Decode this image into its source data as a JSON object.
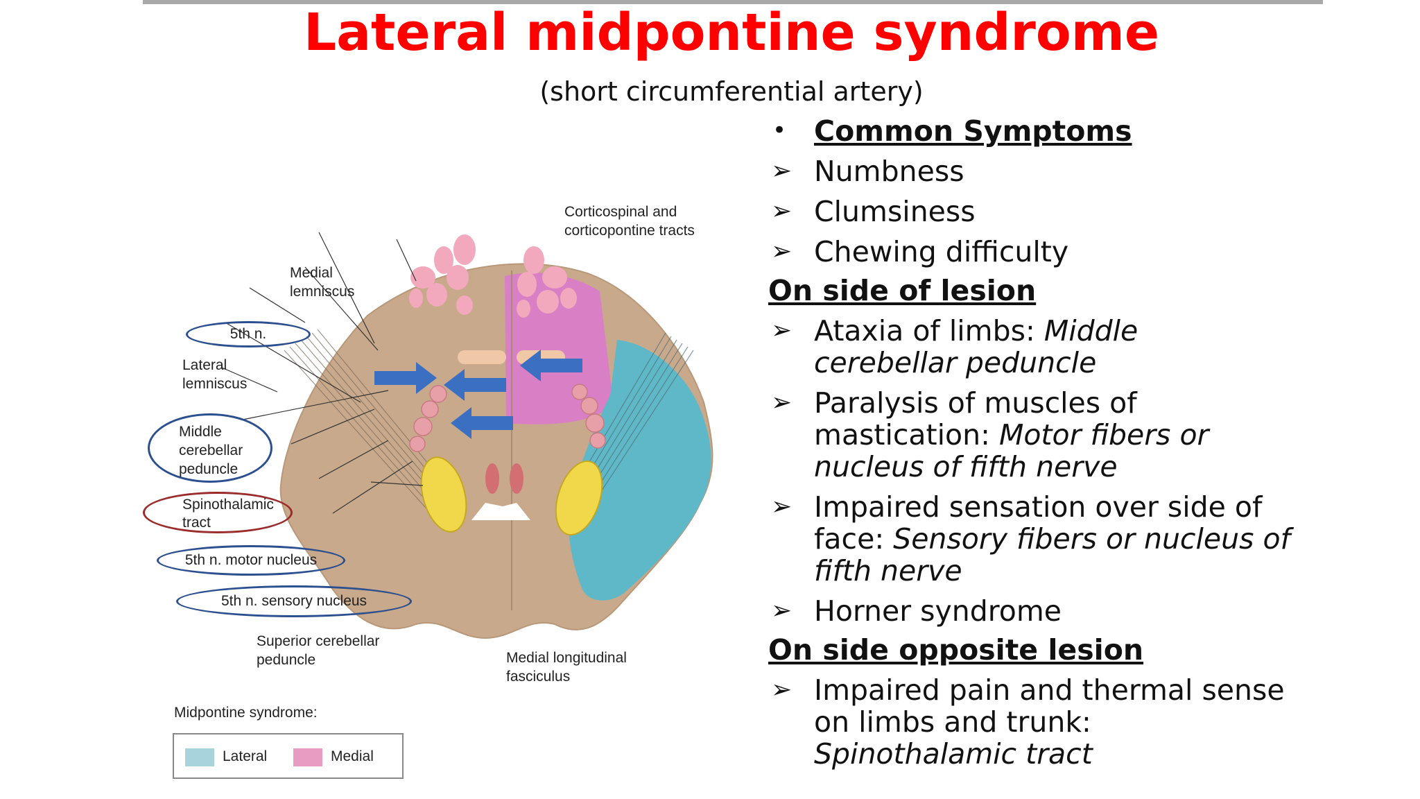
{
  "slide": {
    "title": "Lateral midpontine syndrome",
    "subtitle": "(short circumferential artery)"
  },
  "colors": {
    "title": "#ff0000",
    "lateral_zone": "#5fb8c8",
    "medial_zone": "#d97fc5",
    "arrow": "#3a6fc2",
    "circle_blue": "#2c4f8f",
    "circle_red": "#9b2c2c"
  },
  "figure": {
    "labels": {
      "corticospinal": [
        "Corticospinal and",
        "corticopontine tracts"
      ],
      "medial_lemniscus": [
        "Medial",
        "lemniscus"
      ],
      "fifth_n": "5th n.",
      "lateral_lemniscus": [
        "Lateral",
        "lemniscus"
      ],
      "middle_cerebellar": [
        "Middle",
        "cerebellar",
        "peduncle"
      ],
      "spinothalamic": [
        "Spinothalamic",
        "tract"
      ],
      "motor_nucleus": "5th n. motor nucleus",
      "sensory_nucleus": "5th n. sensory nucleus",
      "superior_cerebellar": [
        "Superior cerebellar",
        "peduncle"
      ],
      "mlf": [
        "Medial longitudinal",
        "fasciculus"
      ]
    },
    "legend": {
      "title": "Midpontine syndrome:",
      "lateral": "Lateral",
      "medial": "Medial"
    }
  },
  "symptoms": {
    "common_heading": "Common Symptoms",
    "common": [
      "Numbness",
      "Clumsiness",
      "Chewing difficulty"
    ],
    "lesion_side_heading": "On side of lesion",
    "lesion_side": [
      {
        "line1": "Ataxia of limbs: ",
        "line1_it": "Middle",
        "line2_it": "cerebellar peduncle"
      },
      {
        "line1": "Paralysis of muscles of",
        "line2": "mastication: ",
        "line2_it": "Motor fibers or",
        "line3_it": "nucleus of fifth nerve"
      },
      {
        "line1": "Impaired sensation over side of",
        "line2": "face: ",
        "line2_it": "Sensory fibers or nucleus of",
        "line3_it": "fifth nerve"
      },
      {
        "line1": "Horner syndrome"
      }
    ],
    "opposite_heading": "On side opposite lesion",
    "opposite": [
      {
        "line1": "Impaired pain and thermal sense",
        "line2": "on limbs and trunk:",
        "line3_it": "Spinothalamic tract"
      }
    ]
  }
}
